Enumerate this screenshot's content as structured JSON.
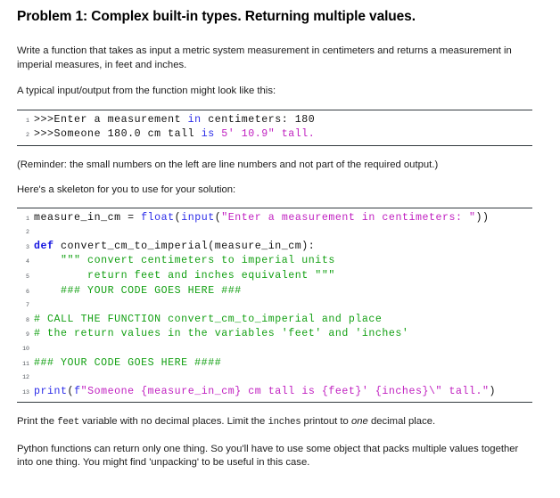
{
  "page": {
    "title": "Problem 1: Complex built-in types. Returning multiple values.",
    "paragraphs": {
      "intro": "Write a function that takes as input a metric system measurement in centimeters and returns a measurement in imperial measures, in feet and inches.",
      "typical": "A typical input/output from the function might look like this:",
      "reminder": "(Reminder: the small numbers on the left are line numbers and not part of the required output.)",
      "skeleton": "Here's a skeleton for you to use for your solution:",
      "print_note": {
        "a": "Print the ",
        "feet": "feet",
        "b": " variable with no decimal places. Limit the ",
        "inches": "inches",
        "c": " printout to ",
        "one": "one",
        "d": " decimal place."
      },
      "closing": "Python functions can return only one thing.  So you'll have to use some object that packs multiple values together into one thing. You might find 'unpacking' to be useful in this case."
    }
  },
  "colors": {
    "keyword": "#1414e0",
    "builtin": "#2b2be8",
    "string": "#c020c0",
    "comment": "#13a013",
    "plain": "#111111",
    "rule": "#333a3f",
    "lineno": "#555a60"
  },
  "code_sample": {
    "lines": [
      {
        "n": "1",
        "tokens": [
          {
            "t": "plain",
            "s": ">>>Enter a measurement "
          },
          {
            "t": "kw2",
            "s": "in"
          },
          {
            "t": "plain",
            "s": " centimeters: 180"
          }
        ]
      },
      {
        "n": "2",
        "tokens": [
          {
            "t": "plain",
            "s": ">>>Someone 180.0 cm tall "
          },
          {
            "t": "kw2",
            "s": "is"
          },
          {
            "t": "str",
            "s": " 5' 10.9\" tall."
          }
        ]
      }
    ]
  },
  "code_skeleton": {
    "lines": [
      {
        "n": "1",
        "tokens": [
          {
            "t": "plain",
            "s": "measure_in_cm = "
          },
          {
            "t": "bi",
            "s": "float"
          },
          {
            "t": "punc",
            "s": "("
          },
          {
            "t": "bi",
            "s": "input"
          },
          {
            "t": "punc",
            "s": "("
          },
          {
            "t": "str",
            "s": "\"Enter a measurement in centimeters: \""
          },
          {
            "t": "punc",
            "s": "))"
          }
        ]
      },
      {
        "n": "2",
        "tokens": [
          {
            "t": "plain",
            "s": ""
          }
        ]
      },
      {
        "n": "3",
        "tokens": [
          {
            "t": "kw",
            "s": "def"
          },
          {
            "t": "plain",
            "s": " convert_cm_to_imperial(measure_in_cm):"
          }
        ]
      },
      {
        "n": "4",
        "tokens": [
          {
            "t": "com",
            "s": "    \"\"\" convert centimeters to imperial units"
          }
        ]
      },
      {
        "n": "5",
        "tokens": [
          {
            "t": "com",
            "s": "        return feet and inches equivalent \"\"\""
          }
        ]
      },
      {
        "n": "6",
        "tokens": [
          {
            "t": "com",
            "s": "    ### YOUR CODE GOES HERE ###"
          }
        ]
      },
      {
        "n": "7",
        "tokens": [
          {
            "t": "plain",
            "s": ""
          }
        ]
      },
      {
        "n": "8",
        "tokens": [
          {
            "t": "com",
            "s": "# CALL THE FUNCTION convert_cm_to_imperial and place"
          }
        ]
      },
      {
        "n": "9",
        "tokens": [
          {
            "t": "com",
            "s": "# the return values in the variables 'feet' and 'inches'"
          }
        ]
      },
      {
        "n": "10",
        "tokens": [
          {
            "t": "plain",
            "s": ""
          }
        ]
      },
      {
        "n": "11",
        "tokens": [
          {
            "t": "com",
            "s": "### YOUR CODE GOES HERE ####"
          }
        ]
      },
      {
        "n": "12",
        "tokens": [
          {
            "t": "plain",
            "s": ""
          }
        ]
      },
      {
        "n": "13",
        "tokens": [
          {
            "t": "bi",
            "s": "print"
          },
          {
            "t": "punc",
            "s": "("
          },
          {
            "t": "fpfx",
            "s": "f"
          },
          {
            "t": "str",
            "s": "\"Someone {measure_in_cm} cm tall is {feet}' {inches}\\\" tall.\""
          },
          {
            "t": "punc",
            "s": ")"
          }
        ]
      }
    ]
  }
}
